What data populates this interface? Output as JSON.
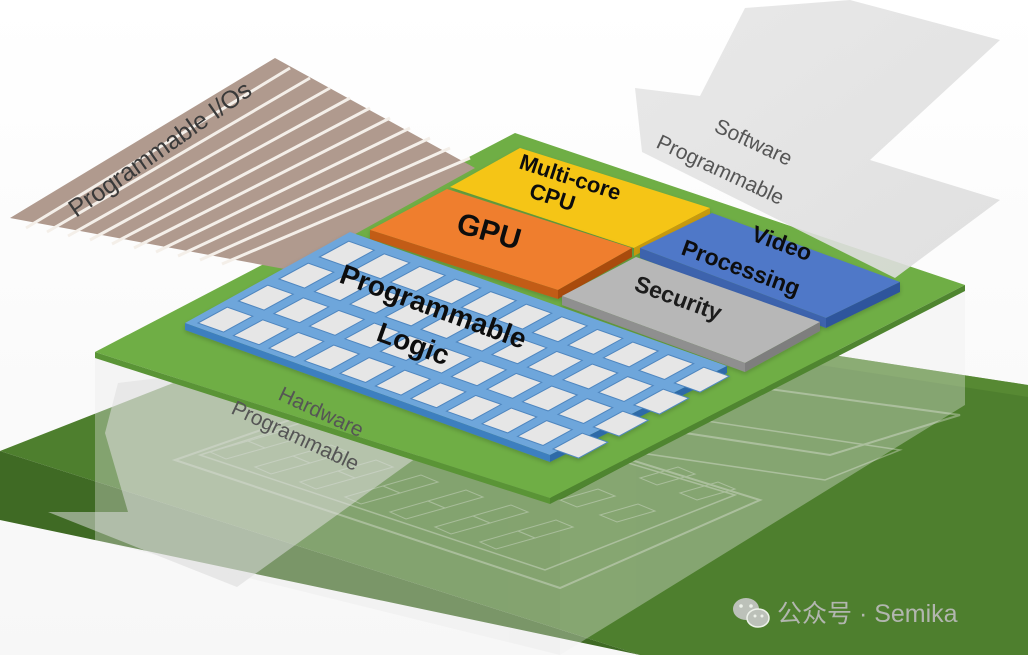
{
  "labels": {
    "programmable_ios": "Programmable I/Os",
    "software_line1": "Software",
    "software_line2": "Programmable",
    "hardware_line1": "Hardware",
    "hardware_line2": "Programmable",
    "cpu_line1": "Multi-core",
    "cpu_line2": "CPU",
    "gpu": "GPU",
    "video_line1": "Video",
    "video_line2": "Processing",
    "security": "Security",
    "logic_line1": "Programmable",
    "logic_line2": "Logic"
  },
  "watermark": {
    "text": "公众号 · Semika",
    "icon": "wechat-icon"
  },
  "colors": {
    "board_dark_green": "#4e7f2e",
    "board_top_green": "#6fae45",
    "cpu_yellow": "#f5c518",
    "gpu_orange": "#ef7e2f",
    "video_blue": "#4f78c8",
    "security_gray": "#b7b7b7",
    "logic_blue": "#6ea6db",
    "io_stripes_brown": "#b09a8e",
    "arrow_gray": "#e2e2e2"
  }
}
